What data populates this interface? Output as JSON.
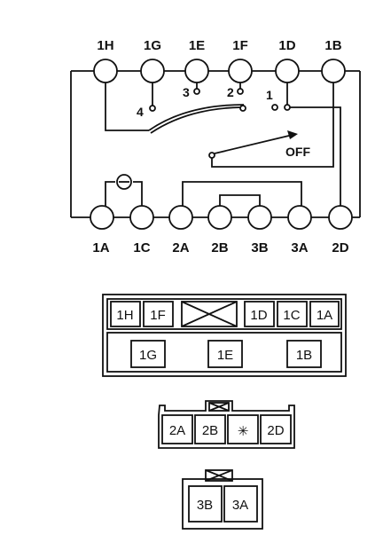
{
  "switch_terminals": {
    "top": [
      "1H",
      "1G",
      "1E",
      "1F",
      "1D",
      "1B"
    ],
    "bottom": [
      "1A",
      "1C",
      "2A",
      "2B",
      "3B",
      "3A",
      "2D"
    ]
  },
  "switch_positions": {
    "p1": "1",
    "p2": "2",
    "p3": "3",
    "p4": "4",
    "off": "OFF"
  },
  "connector_1": {
    "top_row_left": [
      "1H",
      "1F"
    ],
    "top_row_right": [
      "1D",
      "1C",
      "1A"
    ],
    "bottom_row": [
      "1G",
      "1E",
      "1B"
    ]
  },
  "connector_2": {
    "cells": [
      "2A",
      "2B",
      "✳",
      "2D"
    ]
  },
  "connector_3": {
    "cells": [
      "3B",
      "3A"
    ]
  },
  "colors": {
    "ink": "#111111",
    "paper": "#ffffff"
  }
}
